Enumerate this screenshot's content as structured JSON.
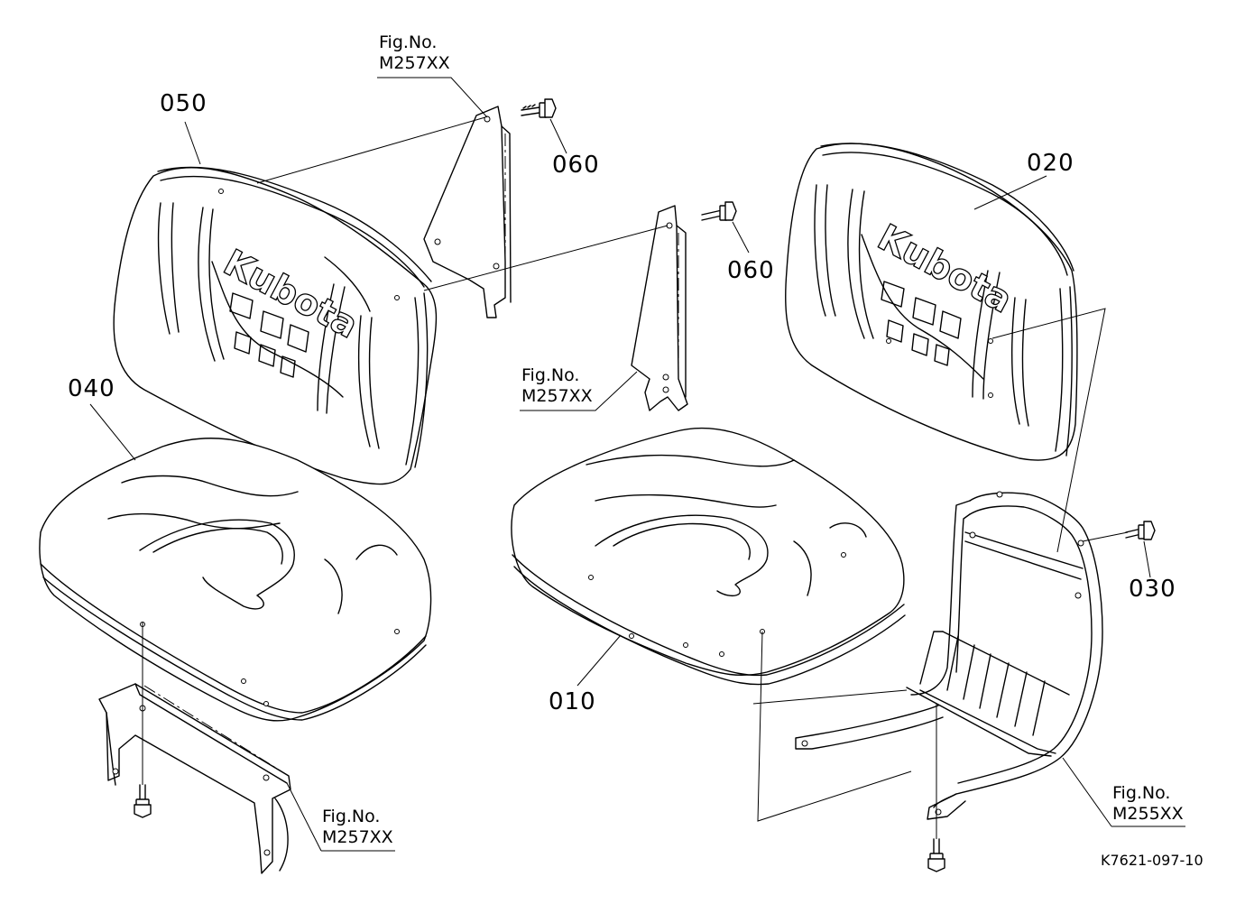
{
  "part_labels": {
    "p010": "010",
    "p020": "020",
    "p030": "030",
    "p040": "040",
    "p050": "050",
    "p060_upper": "060",
    "p060_lower": "060"
  },
  "fig_refs": {
    "top": {
      "line1": "Fig.No.",
      "line2": "M257XX"
    },
    "middle": {
      "line1": "Fig.No.",
      "line2": "M257XX"
    },
    "bottom_left": {
      "line1": "Fig.No.",
      "line2": "M257XX"
    },
    "bottom_right": {
      "line1": "Fig.No.",
      "line2": "M255XX"
    }
  },
  "brand": "Kubota",
  "drawing_code": "K7621-097-10"
}
